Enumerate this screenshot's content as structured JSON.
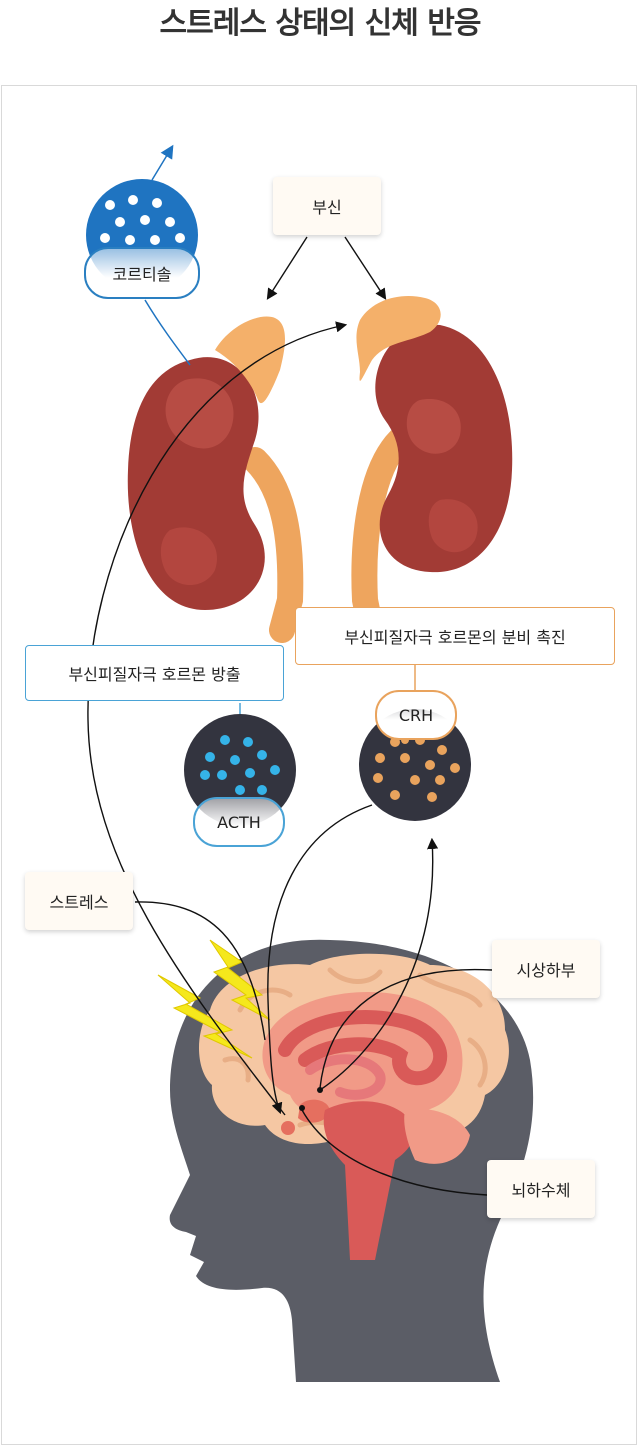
{
  "title": "스트레스 상태의 신체 반응",
  "labels": {
    "adrenal": "부신",
    "cortisol": "코르티솔",
    "acth_release": "부신피질자극 호르몬 방출",
    "crh_promote": "부신피질자극 호르몬의 분비 촉진",
    "acth": "ACTH",
    "crh": "CRH",
    "stress": "스트레스",
    "hypothalamus": "시상하부",
    "pituitary": "뇌하수체"
  },
  "colors": {
    "kidney": "#a23b35",
    "adrenal_gland": "#f4b06a",
    "ureter": "#eea55e",
    "cortisol_blob": "#1f74c1",
    "dark_blob": "#33343f",
    "acth_dots": "#35b3e8",
    "crh_dots": "#e9a35d",
    "head": "#5b5d66",
    "brain": "#f5c7a3",
    "brain_inner": "#f19a87",
    "brainstem": "#d95a58",
    "lightning": "#f5e81c"
  },
  "icons": [
    "lightning-icon",
    "kidney-icon",
    "adrenal-gland-icon",
    "head-silhouette-icon",
    "brain-icon"
  ]
}
